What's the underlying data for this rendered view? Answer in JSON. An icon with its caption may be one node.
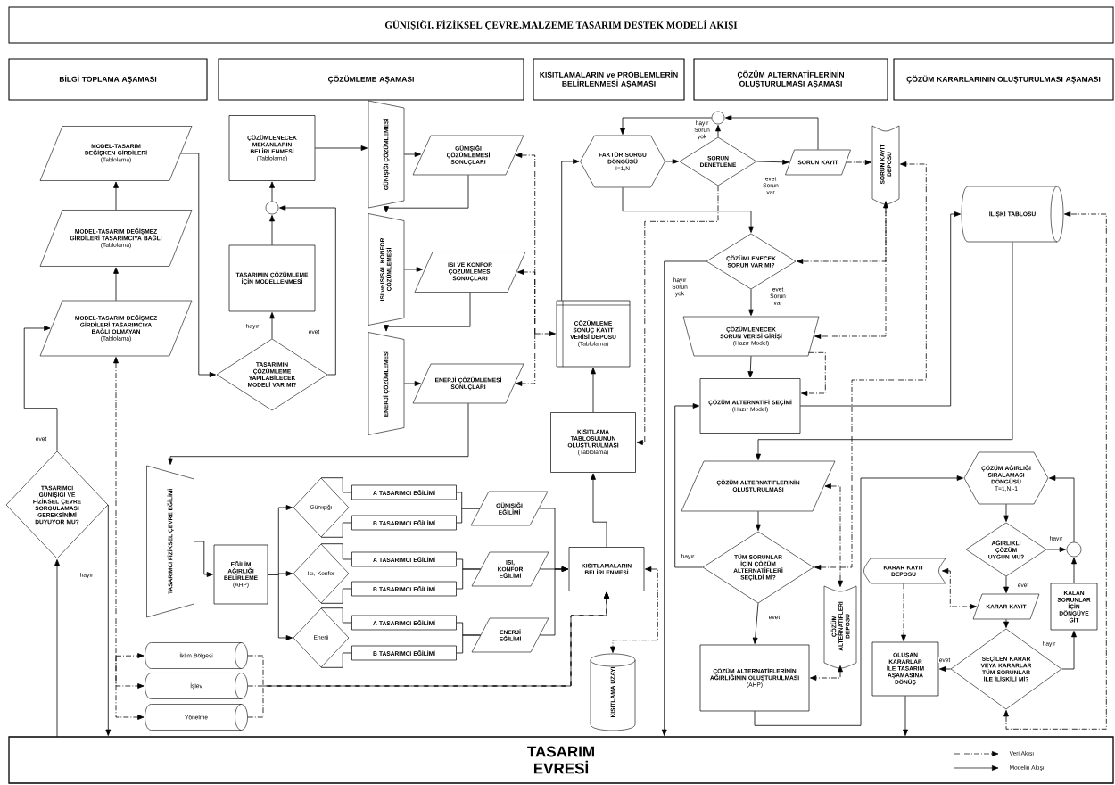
{
  "diagram": {
    "title": "GÜNIŞIĞI, FİZİKSEL ÇEVRE,MALZEME TASARIM DESTEK MODELİ AKIŞI",
    "nodes": [
      {
        "text": [
          "BİLGİ TOPLAMA AŞAMASI"
        ]
      },
      {
        "text": [
          "ÇÖZÜMLEME AŞAMASI"
        ]
      },
      {
        "text": [
          "KISITLAMALARIN ve PROBLEMLERİN BELİRLENMESİ AŞAMASI"
        ]
      },
      {
        "text": [
          "ÇÖZÜM ALTERNATİFLERİNİN OLUŞTURULMASI AŞAMASI"
        ]
      },
      {
        "text": [
          "ÇÖZÜM KARARLARININ OLUŞTURULMASI AŞAMASI"
        ]
      },
      {
        "text": [
          "MODEL-TASARIM DEĞİŞKEN GİRDİLERİ",
          "(Tablolama)"
        ]
      },
      {
        "text": [
          "MODEL-TASARIM DEĞİŞMEZ GİRDİLERİ TASARIMCIYA BAĞLI",
          "(Tablolama)"
        ]
      },
      {
        "text": [
          "MODEL-TASARIM DEĞİŞMEZ GİRDİLERİ TASARIMCIYA BAĞLI OLMAYAN",
          "(Tablolama)"
        ]
      },
      {
        "text": [
          "TASARIMCI GÜNIŞIĞI VE FİZİKSEL ÇEVRE SORGULAMASI GEREKSİNİMİ DUYUYOR MU?"
        ]
      },
      {
        "text": [
          "ÇÖZÜMLENECEK MEKANLARIN BELİRLENMESİ",
          "(Tablolama)"
        ]
      },
      {
        "text": [],
        "shape": "circle"
      },
      {
        "text": [
          "TASARIMIN ÇÖZÜMLEME İÇİN MODELLENMESİ"
        ]
      },
      {
        "text": [
          "TASARIMIN ÇÖZÜMLEME YAPILABİLECEK MODELİ VAR MI?"
        ]
      },
      {
        "text": [
          "GÜNIŞIĞI ÇÖZÜMLEMESİ"
        ]
      },
      {
        "text": [
          "GÜNIŞIĞI ÇÖZÜMLEMESİ SONUÇLARI"
        ]
      },
      {
        "text": [
          "ISI ve ISISAL KONFOR ÇÖZÜMLEMESİ"
        ]
      },
      {
        "text": [
          "ISI VE KONFOR ÇÖZÜMLEMESİ SONUÇLARI"
        ]
      },
      {
        "text": [
          "ENERJİ ÇÖZÜMLEMESİ"
        ]
      },
      {
        "text": [
          "ENERJİ ÇÖZÜMLEMESİ SONUÇLARI"
        ]
      },
      {
        "text": [
          "ÇÖZÜMLEME SONUÇ KAYIT VERİSİ DEPOSU",
          "(Tablolama)"
        ]
      },
      {
        "text": [
          "KISITLAMA TABLOSUUNUN OLUŞTURULMASI",
          "(Tablolama)"
        ]
      },
      {
        "text": [
          "FAKTÖR SORGU DÖNGÜSÜ",
          "I=1,N"
        ]
      },
      {
        "text": [
          "SORUN DENETLEME"
        ]
      },
      {
        "text": [],
        "shape": "circle"
      },
      {
        "text": [
          "SORUN KAYIT"
        ]
      },
      {
        "text": [
          "SORUN KAYIT DEPOSU"
        ]
      },
      {
        "text": [
          "ÇÖZÜMLENECEK SORUN VAR MI?"
        ]
      },
      {
        "text": [
          "ÇÖZÜMLENECEK SORUN VERİSİ GİRİŞİ",
          "(Hazır Model)"
        ]
      },
      {
        "text": [
          "ÇÖZÜM ALTERNATİFİ SEÇİMİ",
          "(Hazır Model)"
        ]
      },
      {
        "text": [
          "İLİŞKİ TABLOSU"
        ]
      },
      {
        "text": [
          "ÇÖZÜM ALTERNATİFLERİNİN OLUŞTURULMASI"
        ]
      },
      {
        "text": [
          "TÜM SORUNLAR İÇİN ÇÖZÜM ALTERNATİFLERİ SEÇİLDİ Mİ?"
        ]
      },
      {
        "text": [
          "ÇÖZÜM ALTERNATİFLERİ DEPOSU"
        ]
      },
      {
        "text": [
          "ÇÖZÜM ALTERNATİFLERİNİN AĞIRLIĞININ OLUŞTURULMASI",
          "(AHP)"
        ]
      },
      {
        "text": [
          "ÇÖZÜM AĞIRLIĞI SIRALAMASI DÖNGÜSÜ",
          "T=1,N,-1"
        ]
      },
      {
        "text": [
          "AĞIRLIKLI ÇÖZÜM UYGUN MU?"
        ]
      },
      {
        "text": [],
        "shape": "circle"
      },
      {
        "text": [
          "KARAR KAYIT DEPOSU"
        ]
      },
      {
        "text": [
          "KARAR KAYIT"
        ]
      },
      {
        "text": [
          "KALAN SORUNLAR İÇİN DÖNGÜYE GİT"
        ]
      },
      {
        "text": [
          "OLUŞAN KARARLAR İLE TASARIM AŞAMASINA DÖNÜŞ"
        ]
      },
      {
        "text": [
          "SEÇİLEN KARAR VEYA KARARLAR TÜM SORUNLAR İLE İLİŞKİLİ Mİ?"
        ]
      },
      {
        "text": [
          "TASARIMCI FİZİKSEL ÇEVRE EĞİLİMİ"
        ]
      },
      {
        "text": [
          "EĞİLİM AĞIRLIĞI BELİRLEME",
          "(AHP)"
        ]
      },
      {
        "text": [
          "Günışığı"
        ]
      },
      {
        "text": [
          "Isı, Konfor"
        ]
      },
      {
        "text": [
          "Enerji"
        ]
      },
      {
        "text": [
          "A TASARIMCI EĞİLİMİ"
        ]
      },
      {
        "text": [
          "B TASARIMCI EĞİLİMİ"
        ]
      },
      {
        "text": [
          "A TASARIMCI EĞİLİMİ"
        ]
      },
      {
        "text": [
          "B TASARIMCI EĞİLİMİ"
        ]
      },
      {
        "text": [
          "A TASARIMCI EĞİLİMİ"
        ]
      },
      {
        "text": [
          "B TASARIMCI EĞİLİMİ"
        ]
      },
      {
        "text": [
          "GÜNIŞIĞI EĞİLİMİ"
        ]
      },
      {
        "text": [
          "ISI, KONFOR EĞİLİMİ"
        ]
      },
      {
        "text": [
          "ENERJİ EĞİLİMİ"
        ]
      },
      {
        "text": [
          "KISITLAMALARIN BELİRLENMESİ"
        ]
      },
      {
        "text": [
          "KISITLAMA UZAYI"
        ]
      },
      {
        "text": [
          "İklim Bölgesi"
        ]
      },
      {
        "text": [
          "İşlev"
        ]
      },
      {
        "text": [
          "Yönelme"
        ]
      },
      {
        "text": [
          "TASARIM EVRESİ"
        ]
      }
    ],
    "edges": [
      {
        "from": 7,
        "to": 6,
        "arrow": "to"
      },
      {
        "from": 6,
        "to": 5,
        "arrow": "to"
      },
      {
        "from": 5,
        "to": 12,
        "arrow": "to"
      },
      {
        "from": 12,
        "to": 11,
        "arrow": "to",
        "label": "hayır"
      },
      {
        "from": 11,
        "to": 10,
        "arrow": "to"
      },
      {
        "from": 12,
        "to": 10,
        "arrow": "to",
        "label": "evet"
      },
      {
        "from": 10,
        "to": 9,
        "arrow": "to"
      },
      {
        "from": 9,
        "to": 13,
        "arrow": "to"
      },
      {
        "from": 13,
        "to": 14,
        "arrow": "to"
      },
      {
        "from": 14,
        "to": 15,
        "arrow": "to"
      },
      {
        "from": 15,
        "to": 16,
        "arrow": "to"
      },
      {
        "from": 16,
        "to": 17,
        "arrow": "to"
      },
      {
        "from": 17,
        "to": 18,
        "arrow": "to"
      },
      {
        "from": 18,
        "to": 42,
        "arrow": "to"
      },
      {
        "from": 14,
        "to": 19,
        "arrow": "both",
        "style": "dashed"
      },
      {
        "from": 16,
        "to": 19,
        "arrow": "both",
        "style": "dashed"
      },
      {
        "from": 18,
        "to": 19,
        "arrow": "both",
        "style": "dashed"
      },
      {
        "from": 19,
        "to": 21,
        "arrow": "to"
      },
      {
        "from": 20,
        "to": 19,
        "arrow": "to"
      },
      {
        "from": 56,
        "to": 20,
        "arrow": "to"
      },
      {
        "from": 53,
        "to": 56,
        "arrow": "to"
      },
      {
        "from": 54,
        "to": 56,
        "arrow": "to"
      },
      {
        "from": 55,
        "to": 56,
        "arrow": "to"
      },
      {
        "from": 44,
        "to": 47,
        "arrow": "none"
      },
      {
        "from": 44,
        "to": 48,
        "arrow": "none"
      },
      {
        "from": 45,
        "to": 49,
        "arrow": "none"
      },
      {
        "from": 45,
        "to": 50,
        "arrow": "none"
      },
      {
        "from": 46,
        "to": 51,
        "arrow": "none"
      },
      {
        "from": 46,
        "to": 52,
        "arrow": "none"
      },
      {
        "from": 47,
        "to": 53,
        "arrow": "none"
      },
      {
        "from": 48,
        "to": 53,
        "arrow": "none"
      },
      {
        "from": 49,
        "to": 54,
        "arrow": "none"
      },
      {
        "from": 50,
        "to": 54,
        "arrow": "none"
      },
      {
        "from": 51,
        "to": 55,
        "arrow": "none"
      },
      {
        "from": 52,
        "to": 55,
        "arrow": "none"
      },
      {
        "from": 43,
        "to": 44,
        "arrow": "to"
      },
      {
        "from": 43,
        "to": 45,
        "arrow": "to"
      },
      {
        "from": 43,
        "to": 46,
        "arrow": "to"
      },
      {
        "from": 42,
        "to": 43,
        "arrow": "to"
      },
      {
        "from": 8,
        "to": 7,
        "arrow": "to",
        "label": "evet"
      },
      {
        "from": 8,
        "to": 61,
        "arrow": "to",
        "label": "hayır"
      },
      {
        "from": 61,
        "to": 8,
        "arrow": "to"
      },
      {
        "from": 7,
        "to": 58,
        "arrow": "both",
        "style": "dashed"
      },
      {
        "from": 7,
        "to": 59,
        "arrow": "both",
        "style": "dashed"
      },
      {
        "from": 7,
        "to": 60,
        "arrow": "both",
        "style": "dashed"
      },
      {
        "from": 58,
        "to": 56,
        "arrow": "to",
        "style": "dashed"
      },
      {
        "from": 59,
        "to": 56,
        "arrow": "to",
        "style": "dashed"
      },
      {
        "from": 60,
        "to": 56,
        "arrow": "to",
        "style": "dashed"
      },
      {
        "from": 56,
        "to": 57,
        "arrow": "both",
        "style": "dashed"
      },
      {
        "from": 21,
        "to": 22,
        "arrow": "to"
      },
      {
        "from": 22,
        "to": 24,
        "arrow": "to",
        "label": "evet Sorun var"
      },
      {
        "from": 24,
        "to": 23,
        "arrow": "to"
      },
      {
        "from": 22,
        "to": 23,
        "arrow": "to",
        "label": "hayır Sorun yok"
      },
      {
        "from": 23,
        "to": 21,
        "arrow": "to"
      },
      {
        "from": 21,
        "to": 26,
        "arrow": "to"
      },
      {
        "from": 22,
        "to": 20,
        "arrow": "to",
        "style": "dashed"
      },
      {
        "from": 26,
        "to": 27,
        "arrow": "to",
        "label": "evet Sorun var"
      },
      {
        "from": 26,
        "to": 61,
        "arrow": "to",
        "label": "hayır Sorun yok"
      },
      {
        "from": 25,
        "to": 26,
        "arrow": "to",
        "style": "dashed"
      },
      {
        "from": 25,
        "to": 27,
        "arrow": "both",
        "style": "dashed"
      },
      {
        "from": 27,
        "to": 28,
        "arrow": "to"
      },
      {
        "from": 27,
        "to": 28,
        "arrow": "to",
        "style": "dashed"
      },
      {
        "from": 28,
        "to": 29,
        "arrow": "to"
      },
      {
        "from": 29,
        "to": 30,
        "arrow": "to"
      },
      {
        "from": 30,
        "to": 31,
        "arrow": "to"
      },
      {
        "from": 31,
        "to": 33,
        "arrow": "to",
        "label": "evet"
      },
      {
        "from": 31,
        "to": 28,
        "arrow": "to",
        "label": "hayır"
      },
      {
        "from": 30,
        "to": 32,
        "arrow": "both",
        "style": "dashed"
      },
      {
        "from": 31,
        "to": 25,
        "arrow": "both",
        "style": "dashed"
      },
      {
        "from": 32,
        "to": 33,
        "arrow": "both",
        "style": "dashed"
      },
      {
        "from": 33,
        "to": 34,
        "arrow": "to"
      },
      {
        "from": 34,
        "to": 35,
        "arrow": "to"
      },
      {
        "from": 35,
        "to": 36,
        "arrow": "to",
        "label": "hayır"
      },
      {
        "from": 35,
        "to": 38,
        "arrow": "to",
        "label": "evet"
      },
      {
        "from": 38,
        "to": 41,
        "arrow": "to"
      },
      {
        "from": 41,
        "to": 40,
        "arrow": "to",
        "label": "evet"
      },
      {
        "from": 41,
        "to": 39,
        "arrow": "to",
        "label": "hayır"
      },
      {
        "from": 39,
        "to": 36,
        "arrow": "to"
      },
      {
        "from": 36,
        "to": 34,
        "arrow": "to"
      },
      {
        "from": 37,
        "to": 38,
        "arrow": "both",
        "style": "dashed"
      },
      {
        "from": 37,
        "to": 40,
        "arrow": "to",
        "style": "dashed"
      },
      {
        "from": 40,
        "to": 61,
        "arrow": "to"
      },
      {
        "from": 41,
        "to": 29,
        "arrow": "both",
        "style": "dashed"
      },
      {
        "from": 24,
        "to": 25,
        "arrow": "to",
        "style": "dashed"
      }
    ],
    "legend": [
      {
        "text": "Veri Akışı"
      },
      {
        "text": "Modelin Akışı"
      }
    ]
  }
}
